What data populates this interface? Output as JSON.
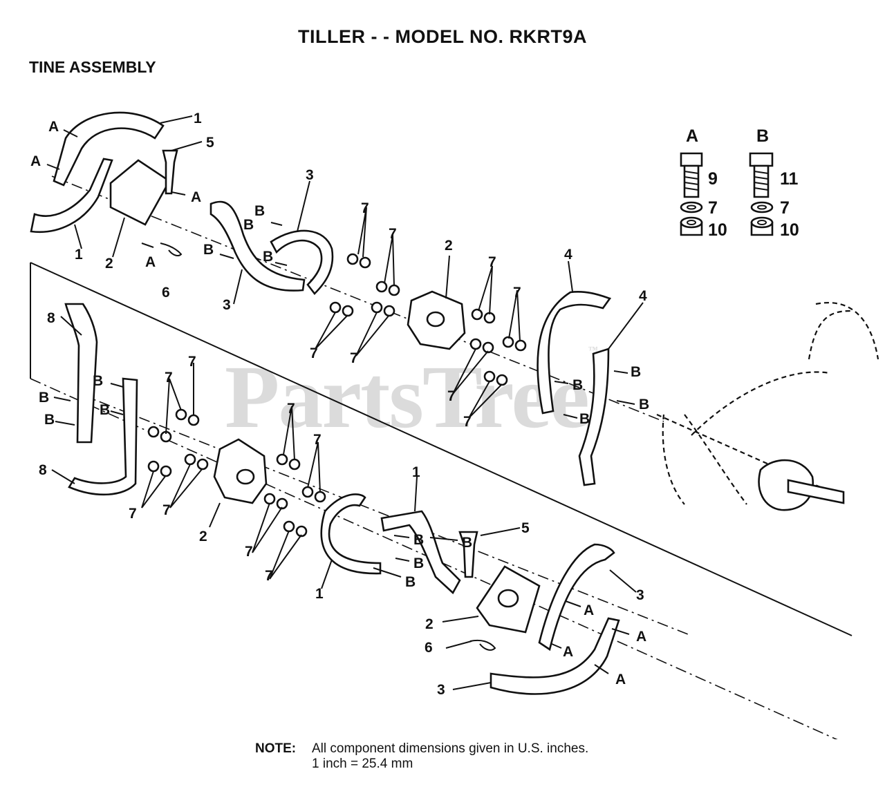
{
  "header": {
    "title": "TILLER - - MODEL NO. RKRT9A",
    "subtitle": "TINE ASSEMBLY"
  },
  "legend": {
    "a": {
      "label": "A",
      "bolt": "9",
      "washer": "7",
      "nut": "10"
    },
    "b": {
      "label": "B",
      "bolt": "11",
      "washer": "7",
      "nut": "10"
    }
  },
  "callouts": {
    "tine_1": "1",
    "clevis_pin_5": "5",
    "hub_2": "2",
    "hairpin_6": "6",
    "tine_3": "3",
    "washer_7": "7",
    "tine_4": "4",
    "tine_8": "8",
    "fastener_a": "A",
    "fastener_b": "B"
  },
  "watermark": {
    "text": "PartsTree",
    "mark": "™"
  },
  "note": {
    "label": "NOTE:",
    "line1": "All component dimensions given in U.S. inches.",
    "line2": "1 inch = 25.4 mm"
  }
}
